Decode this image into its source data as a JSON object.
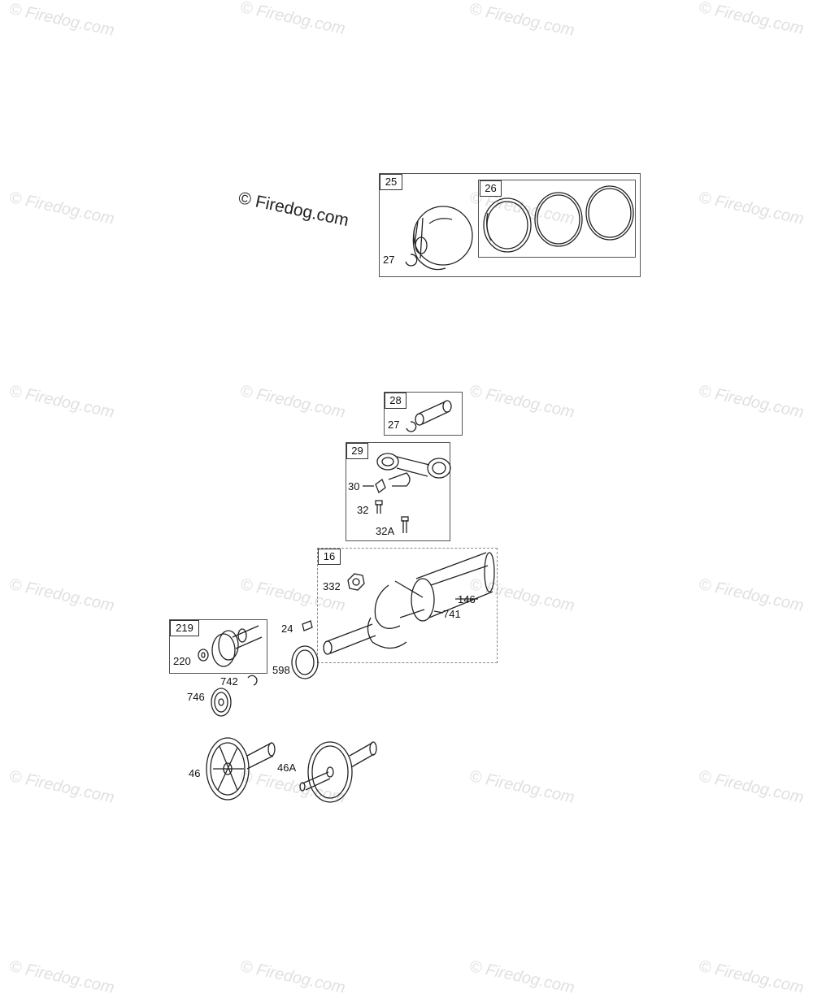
{
  "watermark_text": "© Firedog.com",
  "main_watermark": "© Firedog.com",
  "callouts": {
    "c25": "25",
    "c26": "26",
    "c27a": "27",
    "c28": "28",
    "c27b": "27",
    "c29": "29",
    "c30": "30",
    "c32": "32",
    "c32a": "32A",
    "c16": "16",
    "c332": "332",
    "c146": "146",
    "c741": "741",
    "c24": "24",
    "c598": "598",
    "c219": "219",
    "c220": "220",
    "c742": "742",
    "c746": "746",
    "c46": "46",
    "c46a": "46A"
  }
}
